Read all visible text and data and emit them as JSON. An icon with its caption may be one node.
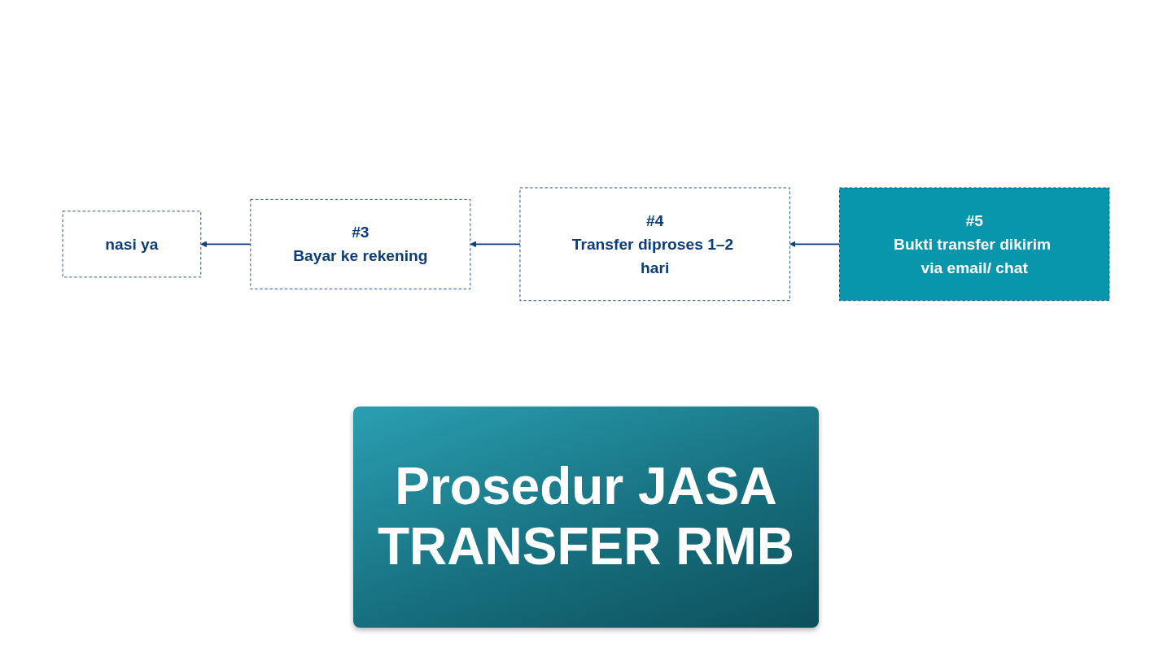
{
  "diagram": {
    "title": "Prosedur JASA TRANSFER RMB",
    "nodes": [
      {
        "text": [
          "nasi ya"
        ]
      },
      {
        "text": [
          "#3",
          "Bayar ke rekening"
        ]
      },
      {
        "text": [
          "#4",
          "Transfer diproses 1–2 hari"
        ]
      },
      {
        "text": [
          "#5",
          "Bukti transfer dikirim via email/ chat"
        ]
      }
    ],
    "edges": [
      {
        "from": 1,
        "to": 0,
        "arrow": "to"
      },
      {
        "from": 2,
        "to": 1,
        "arrow": "to"
      },
      {
        "from": 3,
        "to": 2,
        "arrow": "to"
      }
    ]
  }
}
